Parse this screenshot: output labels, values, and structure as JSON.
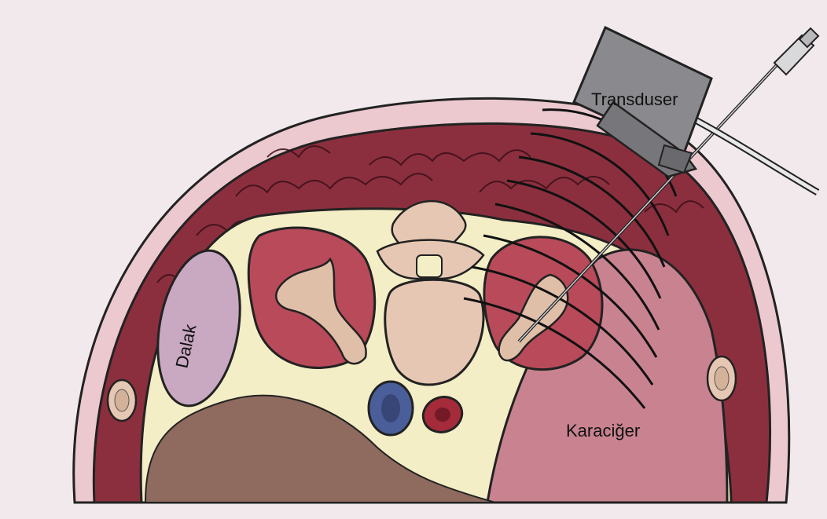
{
  "diagram": {
    "labels": {
      "transducer": "Transduser",
      "spleen": "Dalak",
      "liver": "Karaciğer"
    },
    "colors": {
      "background": "#f1e9ec",
      "skin": "#ecc9cf",
      "muscle": "#8b2f3e",
      "fat": "#f3eec6",
      "kidney": "#b84a5a",
      "spleen": "#c9a8c2",
      "liver": "#c98390",
      "bowel": "#8f6a5e",
      "vertebra": "#e6c7b3",
      "ivc": "#4a5e99",
      "aorta": "#a52b3a",
      "probe": "#8a8a8e"
    }
  }
}
